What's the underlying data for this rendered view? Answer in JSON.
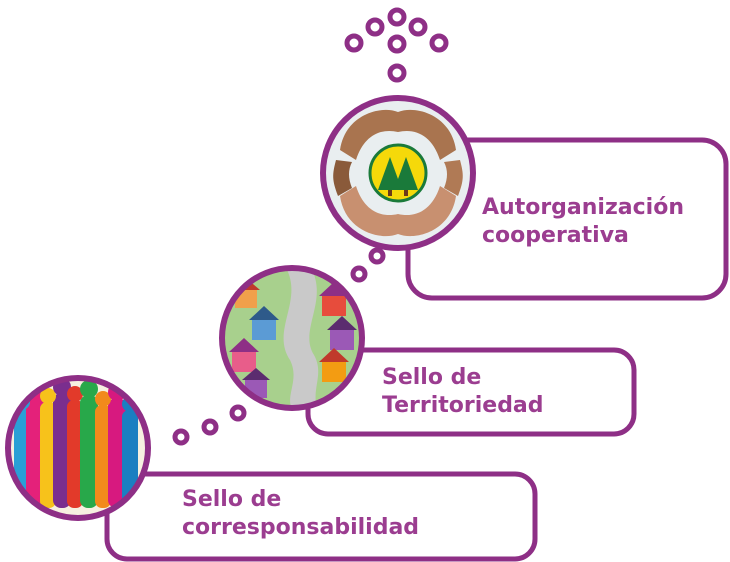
{
  "colors": {
    "accent": "#8e2f86",
    "label": "#9b3d90"
  },
  "steps": [
    {
      "line1": "Sello de",
      "line2": "corresponsabilidad",
      "image": "people-silhouettes"
    },
    {
      "line1": "Sello de",
      "line2": "Territoriedad",
      "image": "neighborhood-houses"
    },
    {
      "line1": "Autorganización",
      "line2": "cooperativa",
      "image": "hands-around-cooperative-logo"
    }
  ]
}
